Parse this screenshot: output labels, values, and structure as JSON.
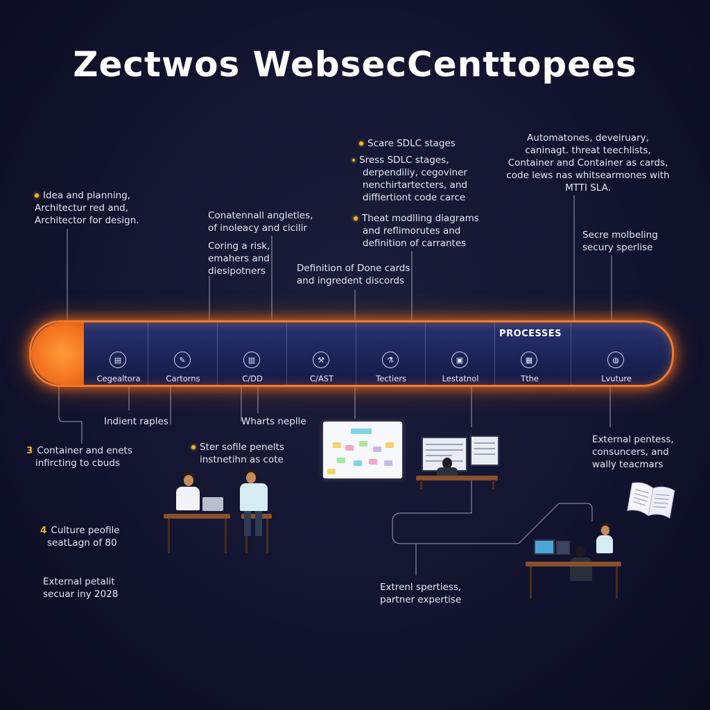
{
  "title": "Zectwos WebsecCenttopees",
  "bar": {
    "title": "PROCESSES",
    "segments": [
      {
        "label": "Cegealtora",
        "icon": "document-icon",
        "glyph": "▤"
      },
      {
        "label": "Cartorns",
        "icon": "pencil-icon",
        "glyph": "✎"
      },
      {
        "label": "C/DD",
        "icon": "clipboard-icon",
        "glyph": "▥"
      },
      {
        "label": "C/AST",
        "icon": "tools-icon",
        "glyph": "⚒"
      },
      {
        "label": "Tectiers",
        "icon": "flask-icon",
        "glyph": "⚗"
      },
      {
        "label": "Lestatnol",
        "icon": "book-icon",
        "glyph": "▣"
      },
      {
        "label": "Tthe",
        "icon": "monitor-icon",
        "glyph": "▦"
      },
      {
        "label": "Lvuture",
        "icon": "globe-icon",
        "glyph": "◍"
      }
    ]
  },
  "notes_top": {
    "idea": [
      "Idea and planning,",
      "Architectur red and,",
      "Architector for design."
    ],
    "conten": [
      "Conatennall angletles,",
      "of inoleacy and cicilir"
    ],
    "coring": [
      "Coring a risk,",
      "emahers and",
      "diesipotners"
    ],
    "definition": [
      "Definition of Done cards",
      "and ingredent discords"
    ],
    "scare": "Scare SDLC stages",
    "sress": [
      "Sress SDLC stages,",
      "derpendiliy, cegoviner",
      "nenchirtartecters, and",
      "diffiertiont code carce"
    ],
    "threat": [
      "Theat modlling diagrams",
      "and reflimorutes and",
      "definition of carrantes"
    ],
    "automat": [
      "Automatones, deveiruary,",
      "caninagt. threat teechlists,",
      "Container and Container as cards,",
      "code lews nas whitsearmones with",
      "MTTI SLA."
    ],
    "secre": [
      "Secre molbeling",
      "secury sperlise"
    ]
  },
  "notes_bottom": {
    "indient": "Indient raples",
    "wharts": "Wharts neplle",
    "container": {
      "num": "3",
      "lines": [
        "Container and enets",
        "infircting to cbuds"
      ]
    },
    "ster": [
      "Ster sofile penelts",
      "instnetihn as cote"
    ],
    "culture": {
      "num": "4",
      "lines": [
        "Culture peofile",
        "seatLagn of 80"
      ]
    },
    "external_secur": [
      "External petalit",
      "secuar iny 2028"
    ],
    "extern_partner": [
      "Extrenl spertiess,",
      "partner expertise"
    ],
    "external_pentess": [
      "External pentess,",
      "consuncers, and",
      "wally teacmars"
    ]
  },
  "colors": {
    "accent": "#f37a2a",
    "bullet": "#f0b429",
    "bar": "#1c2458",
    "background": "#121430"
  }
}
